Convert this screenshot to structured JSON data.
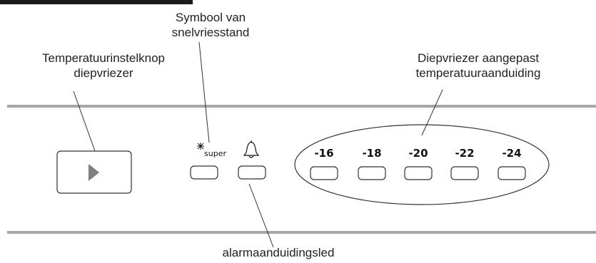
{
  "header": {
    "partial_title": ""
  },
  "callouts": {
    "temp_knob": [
      "Temperatuurinstelknop",
      "diepvriezer"
    ],
    "super_freeze": [
      "Symbool van",
      "snelvriesstand"
    ],
    "custom_temp": [
      "Diepvriezer aangepast",
      "temperatuuraanduiding"
    ],
    "alarm_led": [
      "alarmaanduidingsled"
    ]
  },
  "panel": {
    "super_label": "super",
    "temperatures": [
      "-16",
      "-18",
      "-20",
      "-22",
      "-24"
    ]
  },
  "icons": [
    "snowflake-icon",
    "bell-icon",
    "play-triangle-icon"
  ],
  "colors": {
    "panel_line": "#a6a6a6",
    "stroke": "#333333",
    "button_fill": "#ffffff"
  }
}
